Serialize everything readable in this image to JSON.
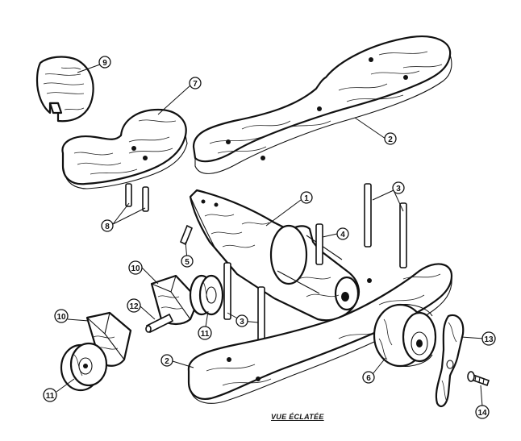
{
  "callouts": [
    {
      "id": "c9",
      "text": "9"
    },
    {
      "id": "c7",
      "text": "7"
    },
    {
      "id": "c2a",
      "text": "2"
    },
    {
      "id": "c1",
      "text": "1"
    },
    {
      "id": "c3a",
      "text": "3"
    },
    {
      "id": "c8",
      "text": "8"
    },
    {
      "id": "c5",
      "text": "5"
    },
    {
      "id": "c4",
      "text": "4"
    },
    {
      "id": "c10a",
      "text": "10"
    },
    {
      "id": "c12",
      "text": "12"
    },
    {
      "id": "c11a",
      "text": "11"
    },
    {
      "id": "c3b",
      "text": "3"
    },
    {
      "id": "c10b",
      "text": "10"
    },
    {
      "id": "c11b",
      "text": "11"
    },
    {
      "id": "c2b",
      "text": "2"
    },
    {
      "id": "c6",
      "text": "6"
    },
    {
      "id": "c13",
      "text": "13"
    },
    {
      "id": "c14",
      "text": "14"
    }
  ],
  "caption": "VUE ÉCLATÉE"
}
